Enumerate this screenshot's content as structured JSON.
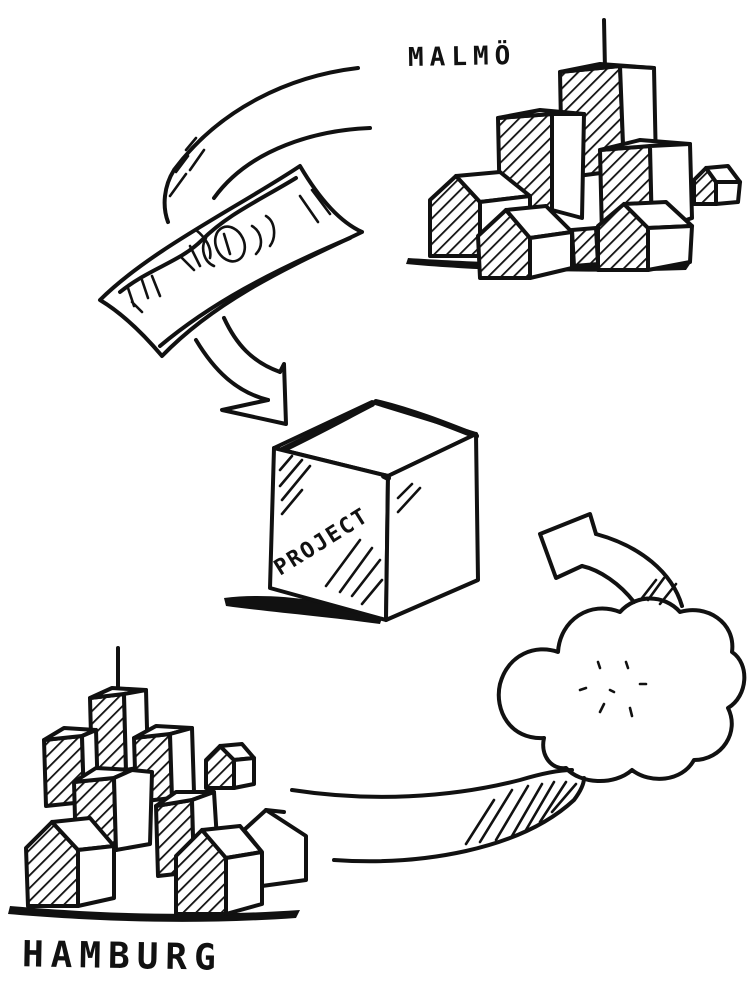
{
  "labels": {
    "malmo": "MALMÖ",
    "hamburg": "HAMBURG",
    "project": "PROJECT"
  },
  "colors": {
    "ink": "#111111",
    "paper": "#ffffff"
  },
  "icons": {
    "money": "banknote-icon",
    "box": "cube-icon",
    "cloud": "cloud-icon"
  }
}
